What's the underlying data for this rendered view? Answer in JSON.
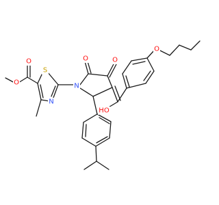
{
  "labels": {
    "ester_carbonyl_O": "O",
    "ester_methoxy_O": "O",
    "thiazole_S": "S",
    "thiazole_N": "N",
    "lactam_N": "N",
    "lactam_O": "O",
    "ketone_O": "O",
    "hydroxyl": "HO",
    "ether_O": "O"
  },
  "colors": {
    "oxygen": "#ff0d0d",
    "nitrogen": "#3050f8",
    "sulfur": "#c8a000",
    "bond": "#1a1a1a"
  }
}
